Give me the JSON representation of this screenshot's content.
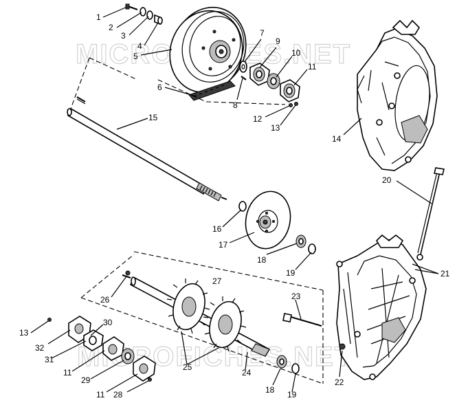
{
  "watermark": "MICROFICHES.NET",
  "callouts": [
    {
      "label": "1"
    },
    {
      "label": "2"
    },
    {
      "label": "3"
    },
    {
      "label": "4"
    },
    {
      "label": "5"
    },
    {
      "label": "6"
    },
    {
      "label": "7"
    },
    {
      "label": "8"
    },
    {
      "label": "9"
    },
    {
      "label": "10"
    },
    {
      "label": "11"
    },
    {
      "label": "12"
    },
    {
      "label": "13"
    },
    {
      "label": "14"
    },
    {
      "label": "15"
    },
    {
      "label": "16"
    },
    {
      "label": "17"
    },
    {
      "label": "18"
    },
    {
      "label": "19"
    },
    {
      "label": "20"
    },
    {
      "label": "21"
    },
    {
      "label": "23"
    },
    {
      "label": "26"
    },
    {
      "label": "27"
    },
    {
      "label": "13"
    },
    {
      "label": "30"
    },
    {
      "label": "32"
    },
    {
      "label": "31"
    },
    {
      "label": "11"
    },
    {
      "label": "29"
    },
    {
      "label": "25"
    },
    {
      "label": "24"
    },
    {
      "label": "18"
    },
    {
      "label": "19"
    },
    {
      "label": "22"
    },
    {
      "label": "11"
    },
    {
      "label": "28"
    }
  ]
}
